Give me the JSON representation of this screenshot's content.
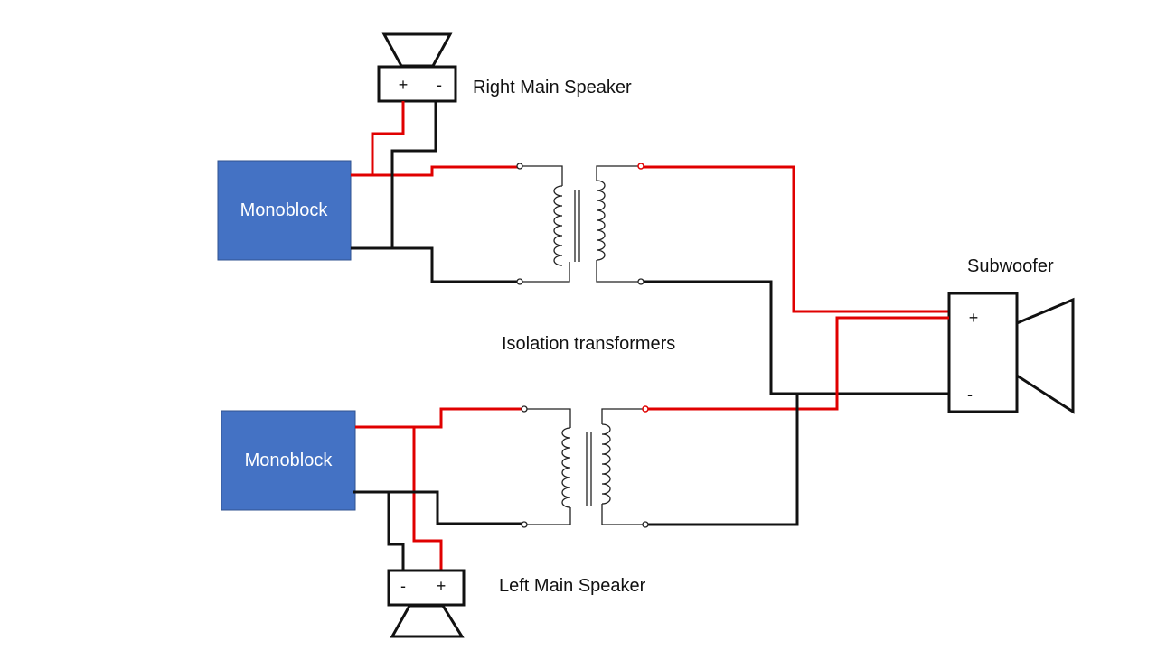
{
  "colors": {
    "positive_wire": "#e00000",
    "negative_wire": "#111111",
    "amp_fill": "#4472c4"
  },
  "amps": {
    "top_label": "Monoblock",
    "bottom_label": "Monoblock"
  },
  "speakers": {
    "right": {
      "label": "Right Main Speaker",
      "plus": "+",
      "minus": "-"
    },
    "left": {
      "label": "Left Main Speaker",
      "plus": "+",
      "minus": "-"
    },
    "sub": {
      "label": "Subwoofer",
      "plus": "+",
      "minus": "-"
    }
  },
  "transformers": {
    "label": "Isolation transformers"
  }
}
